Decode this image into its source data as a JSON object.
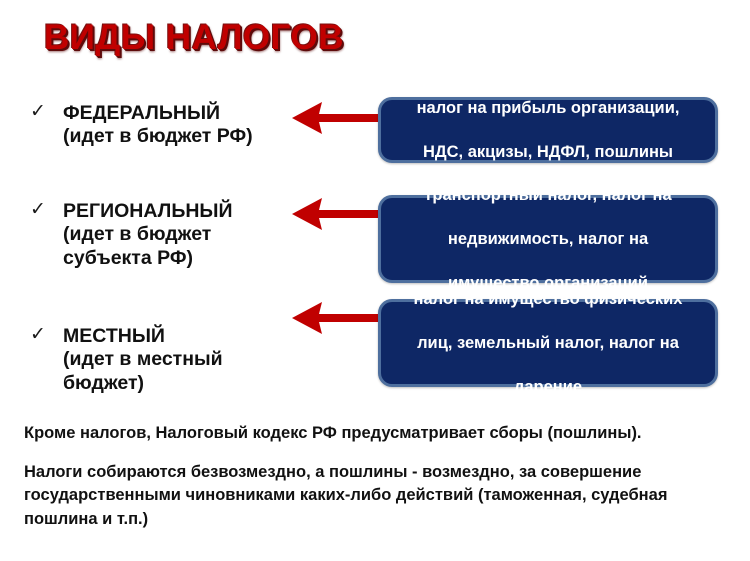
{
  "slide": {
    "title": "ВИДЫ НАЛОГОВ",
    "title_color": "#c00000",
    "box_fill_color": "#0e2765",
    "box_border_color": "#4e6f9e",
    "arrow_color": "#c00000",
    "background_color": "#ffffff",
    "bullet_glyph": "✓"
  },
  "rows": [
    {
      "kind": "ФЕДЕРАЛЬНЫЙ",
      "destination": "(идет в бюджет РФ)",
      "arrow": "left-arrow",
      "box_lines": [
        "налог на прибыль организации,",
        "НДС, акцизы, НДФЛ, пошлины"
      ]
    },
    {
      "kind": "РЕГИОНАЛЬНЫЙ",
      "destination": "(идет в бюджет субъекта РФ)",
      "arrow": "left-arrow",
      "box_lines": [
        "транспортный налог, налог на",
        "недвижимость, налог на",
        "имущество организаций"
      ]
    },
    {
      "kind": "МЕСТНЫЙ",
      "destination": "(идет в местный бюджет)",
      "arrow": "left-arrow",
      "box_lines": [
        "налог на имущество физических",
        "лиц, земельный налог, налог на",
        "дарение"
      ]
    }
  ],
  "footer": {
    "paragraph_1": "Кроме налогов, Налоговый кодекс РФ предусматривает сборы (пошлины).",
    "paragraph_2": "Налоги собираются безвозмездно, а пошлины - возмездно, за совершение государственными чиновниками каких-либо действий (таможенная, судебная пошлина и т.п.)"
  }
}
